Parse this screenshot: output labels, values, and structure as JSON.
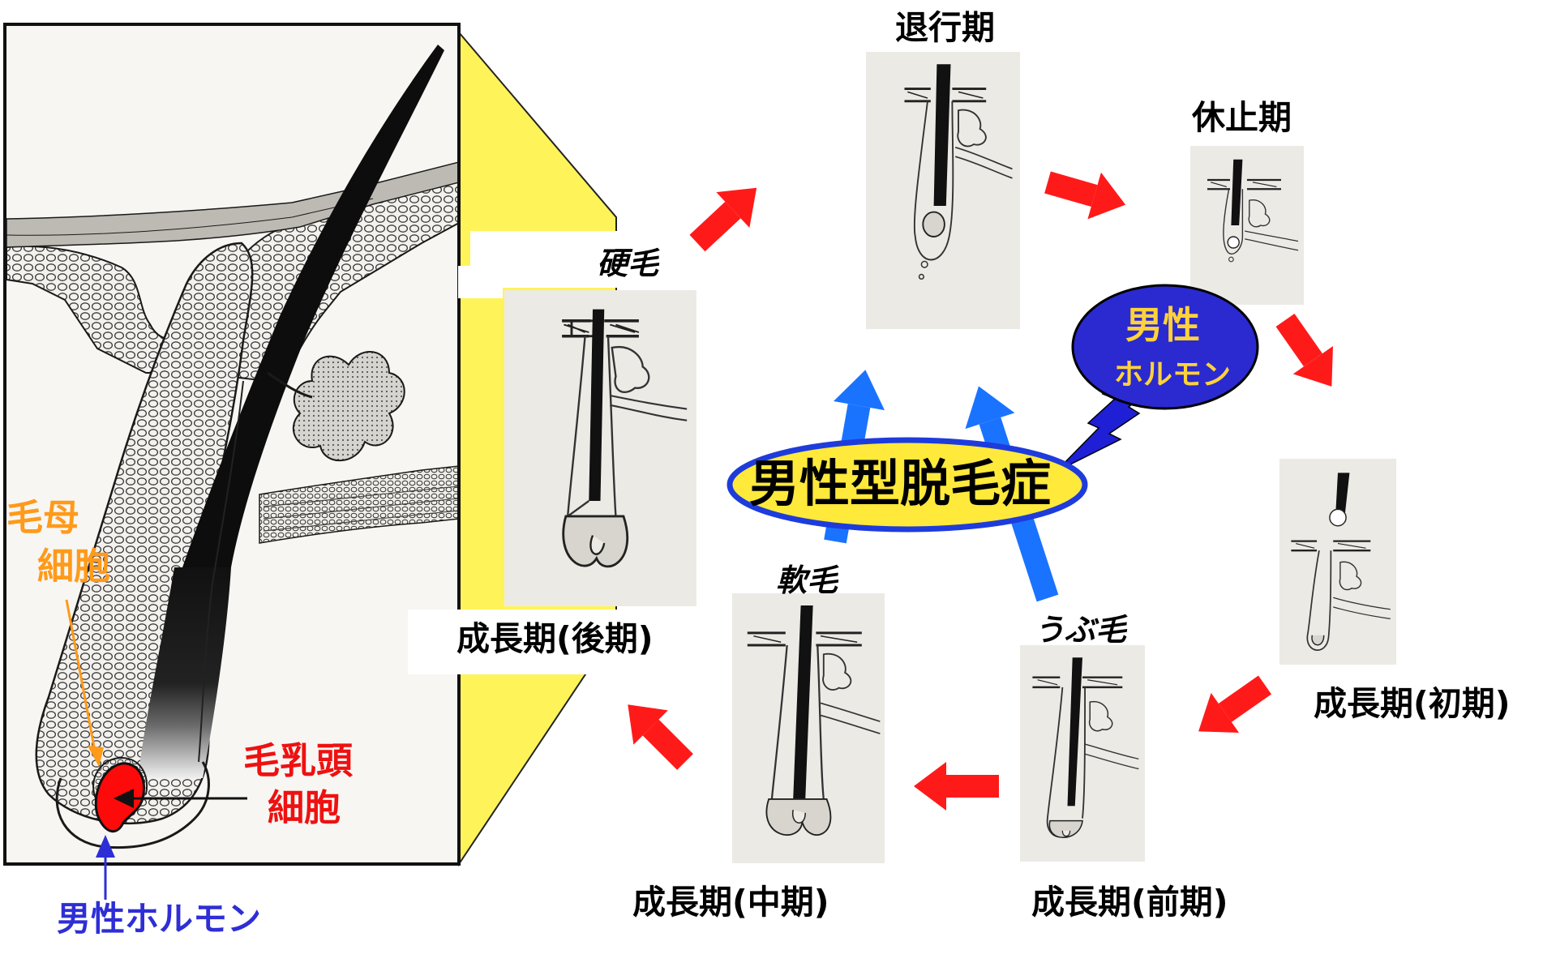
{
  "colors": {
    "arrow_red": "#ff1a1a",
    "arrow_blue": "#1a73ff",
    "ellipse_fill": "#ffe93b",
    "ellipse_border": "#1e3cdc",
    "bubble_fill": "#2a2ad0",
    "bubble_text": "#ffd23a",
    "matrix_label": "#ff9a1a",
    "papilla_label": "#ee1111",
    "hormone_label": "#2e2ed6",
    "zoom_fill": "#fff35a"
  },
  "left_panel": {
    "matrix_cell_label": [
      "毛母",
      "細胞"
    ],
    "papilla_cell_label": [
      "毛乳頭",
      "細胞"
    ],
    "hormone_label": "男性ホルモン"
  },
  "stages": {
    "catagen": "退行期",
    "telogen": "休止期",
    "anagen_early": "成長期(初期)",
    "anagen_front": "成長期(前期)",
    "anagen_middle": "成長期(中期)",
    "anagen_late": "成長期(後期)"
  },
  "hair_types": {
    "terminal": "硬毛",
    "soft": "軟毛",
    "vellus": "うぶ毛"
  },
  "center": {
    "aga_label": "男性型脱毛症",
    "hormone_bubble": [
      "男性",
      "ホルモン"
    ]
  }
}
